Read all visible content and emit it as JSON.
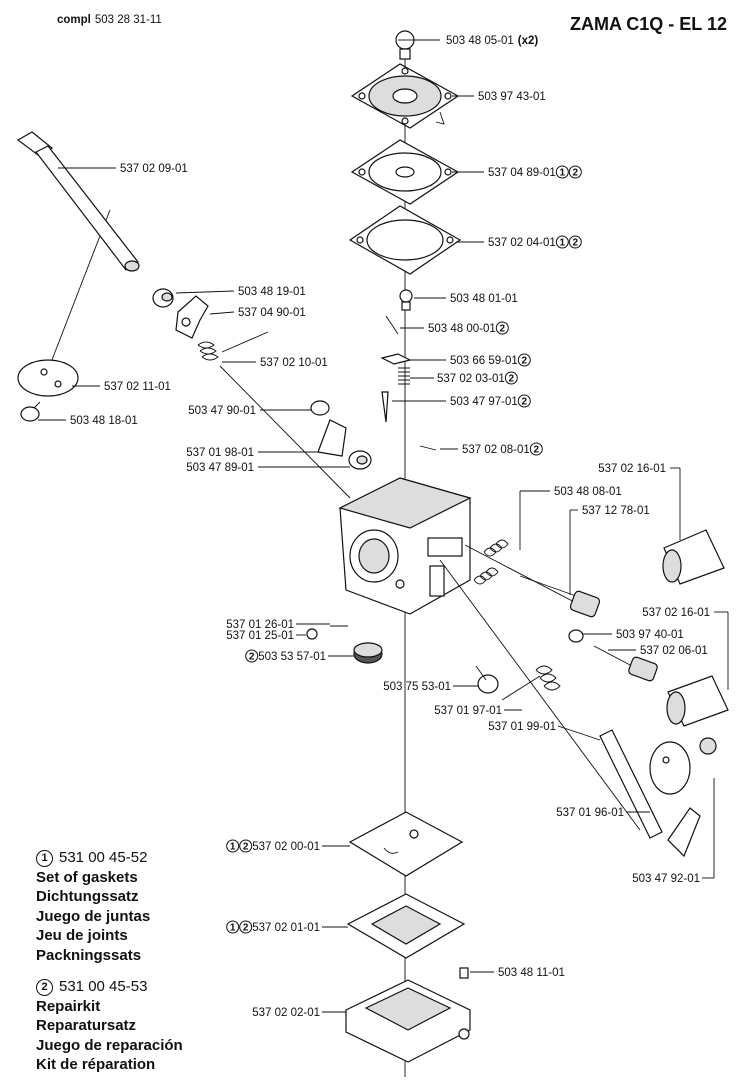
{
  "header": {
    "compl_prefix": "compl",
    "compl_number": "503 28 31-11",
    "title": "ZAMA C1Q - EL 12"
  },
  "parts": [
    {
      "id": "p1",
      "number": "503 48 05-01",
      "suffix": "(x2)",
      "marks": []
    },
    {
      "id": "p2",
      "number": "503 97 43-01",
      "suffix": "",
      "marks": []
    },
    {
      "id": "p3",
      "number": "537 04 89-01",
      "suffix": "",
      "marks": [
        "1",
        "2"
      ]
    },
    {
      "id": "p4",
      "number": "537 02 04-01",
      "suffix": "",
      "marks": [
        "1",
        "2"
      ]
    },
    {
      "id": "p5",
      "number": "537 02 09-01",
      "suffix": "",
      "marks": []
    },
    {
      "id": "p6",
      "number": "503 48 19-01",
      "suffix": "",
      "marks": []
    },
    {
      "id": "p7",
      "number": "537 04 90-01",
      "suffix": "",
      "marks": []
    },
    {
      "id": "p8",
      "number": "537 02 10-01",
      "suffix": "",
      "marks": []
    },
    {
      "id": "p9",
      "number": "537 02 11-01",
      "suffix": "",
      "marks": []
    },
    {
      "id": "p10",
      "number": "503 48 18-01",
      "suffix": "",
      "marks": []
    },
    {
      "id": "p11",
      "number": "503 48 01-01",
      "suffix": "",
      "marks": []
    },
    {
      "id": "p12",
      "number": "503 48 00-01",
      "suffix": "",
      "marks": [
        "2"
      ]
    },
    {
      "id": "p13",
      "number": "503 66 59-01",
      "suffix": "",
      "marks": [
        "2"
      ]
    },
    {
      "id": "p14",
      "number": "537 02 03-01",
      "suffix": "",
      "marks": [
        "2"
      ]
    },
    {
      "id": "p15",
      "number": "503 47 97-01",
      "suffix": "",
      "marks": [
        "2"
      ]
    },
    {
      "id": "p16",
      "number": "503 47 90-01",
      "suffix": "",
      "marks": []
    },
    {
      "id": "p17",
      "number": "537 02 08-01",
      "suffix": "",
      "marks": [
        "2"
      ]
    },
    {
      "id": "p18",
      "number": "537 01 98-01",
      "suffix": "",
      "marks": []
    },
    {
      "id": "p19",
      "number": "503 47 89-01",
      "suffix": "",
      "marks": []
    },
    {
      "id": "p20",
      "number": "537 02 16-01",
      "suffix": "",
      "marks": []
    },
    {
      "id": "p21",
      "number": "503 48 08-01",
      "suffix": "",
      "marks": []
    },
    {
      "id": "p22",
      "number": "537 12 78-01",
      "suffix": "",
      "marks": []
    },
    {
      "id": "p23",
      "number": "537 02 16-01",
      "suffix": "",
      "marks": []
    },
    {
      "id": "p24",
      "number": "537 01 26-01",
      "suffix": "",
      "marks": []
    },
    {
      "id": "p25",
      "number": "537 01 25-01",
      "suffix": "",
      "marks": []
    },
    {
      "id": "p26",
      "number": "503 97 40-01",
      "suffix": "",
      "marks": []
    },
    {
      "id": "p27",
      "number": "537 02 06-01",
      "suffix": "",
      "marks": []
    },
    {
      "id": "p28",
      "number": "503 53 57-01",
      "suffix": "",
      "marks": [
        "2"
      ]
    },
    {
      "id": "p29",
      "number": "503 75 53-01",
      "suffix": "",
      "marks": []
    },
    {
      "id": "p30",
      "number": "537 01 97-01",
      "suffix": "",
      "marks": []
    },
    {
      "id": "p31",
      "number": "537 01 99-01",
      "suffix": "",
      "marks": []
    },
    {
      "id": "p32",
      "number": "537 01 96-01",
      "suffix": "",
      "marks": []
    },
    {
      "id": "p33",
      "number": "503 47 92-01",
      "suffix": "",
      "marks": []
    },
    {
      "id": "p34",
      "number": "537 02 00-01",
      "suffix": "",
      "marks": [
        "1",
        "2"
      ]
    },
    {
      "id": "p35",
      "number": "537 02 01-01",
      "suffix": "",
      "marks": [
        "1",
        "2"
      ]
    },
    {
      "id": "p36",
      "number": "503 48 11-01",
      "suffix": "",
      "marks": []
    },
    {
      "id": "p37",
      "number": "537 02 02-01",
      "suffix": "",
      "marks": []
    }
  ],
  "kits": [
    {
      "mark": "1",
      "number": "531 00 45-52",
      "names": [
        "Set of gaskets",
        "Dichtungssatz",
        "Juego de juntas",
        "Jeu de joints",
        "Packningssats"
      ]
    },
    {
      "mark": "2",
      "number": "531 00 45-53",
      "names": [
        "Repairkit",
        "Reparatursatz",
        "Juego de reparación",
        "Kit de réparation"
      ]
    }
  ]
}
